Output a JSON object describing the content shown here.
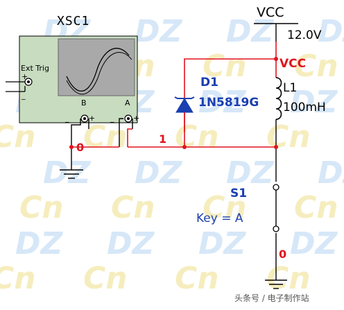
{
  "scope": {
    "ref": "XSC1",
    "ext_trig_label": "Ext Trig",
    "channel_b_label": "B",
    "channel_a_label": "A",
    "plus": "+",
    "minus": "_"
  },
  "power": {
    "rail_name": "VCC",
    "voltage": "12.0V",
    "net_label": "VCC"
  },
  "diode": {
    "ref": "D1",
    "part": "1N5819G"
  },
  "inductor": {
    "ref": "L1",
    "value": "100mH"
  },
  "switch": {
    "ref": "S1",
    "key_label": "Key = A"
  },
  "nets": {
    "node1": "1",
    "ground_left": "0",
    "ground_right": "0"
  },
  "watermark": {
    "dz": "DZ",
    "cn": "Cn",
    "credit": "头条号 / 电子制作站"
  },
  "colors": {
    "wire_red": "#e0141e",
    "wire_black": "#000000",
    "label_blue": "#1a3fb0",
    "scope_bg": "#c8dcc0",
    "scope_screen": "#a8a8a8",
    "watermark_blue": "#cfe3f7",
    "watermark_yellow": "#f5ebb3"
  }
}
